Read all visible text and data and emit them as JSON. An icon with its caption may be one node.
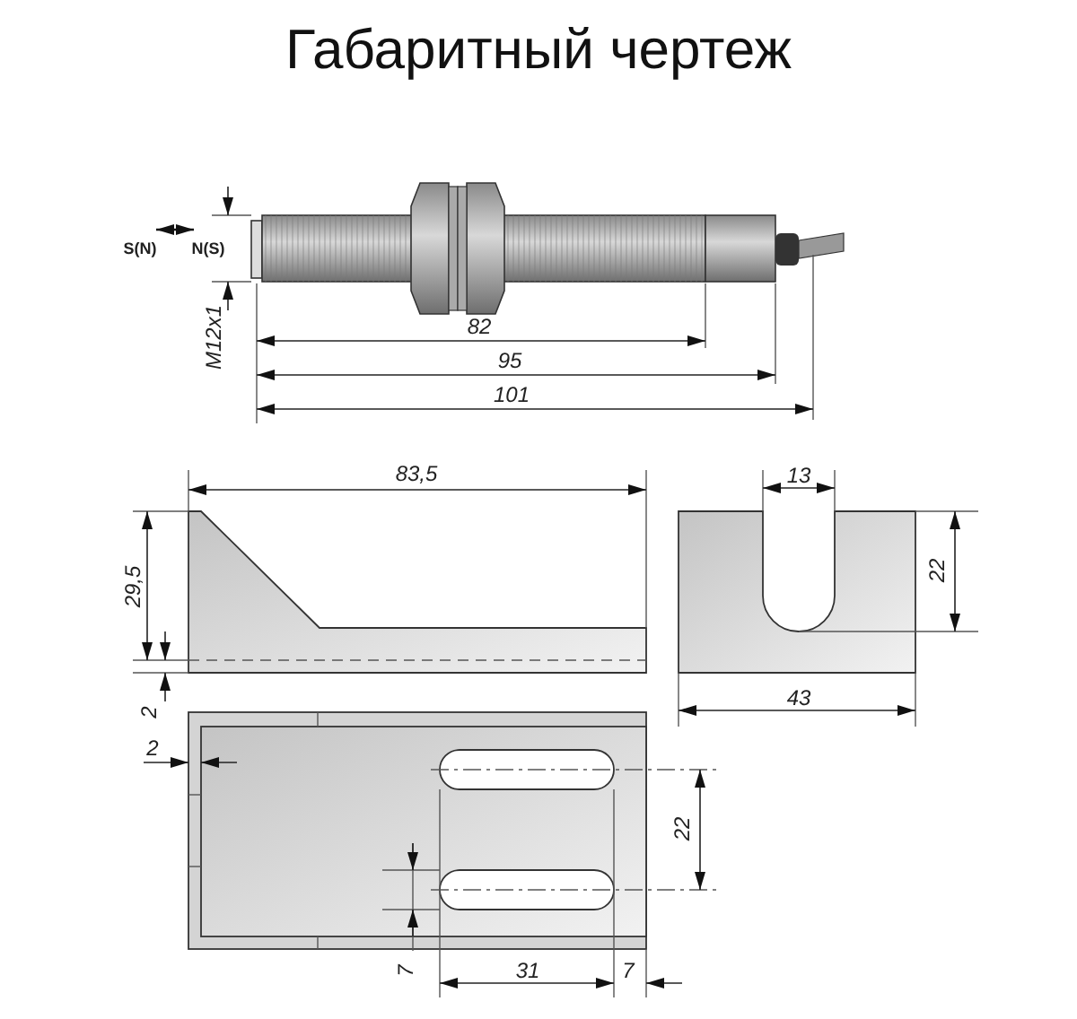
{
  "diagram": {
    "title": "Габаритный чертеж",
    "labels": [
      "S(N)",
      "N(S)",
      "M12x1",
      "82",
      "95",
      "101",
      "83,5",
      "13",
      "29,5",
      "22",
      "43",
      "2",
      "2",
      "22",
      "7",
      "31",
      "7"
    ]
  }
}
